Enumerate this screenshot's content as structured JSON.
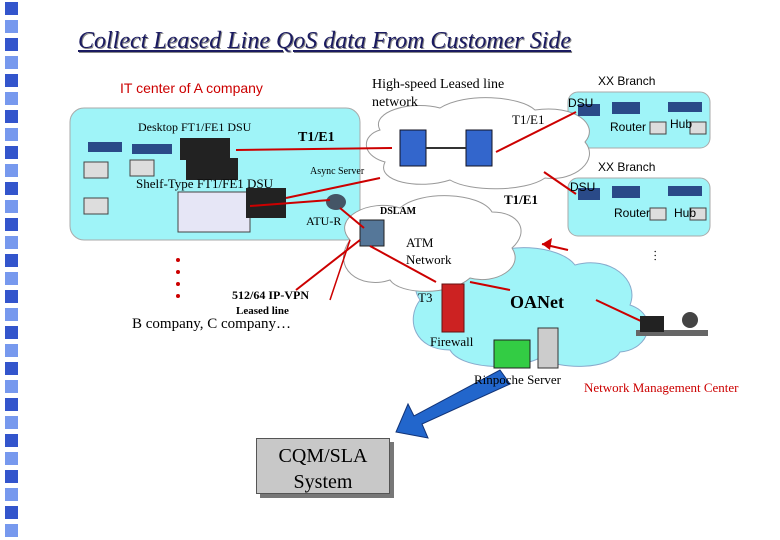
{
  "title": "Collect Leased Line QoS data From Customer Side",
  "labels": {
    "it_center": "IT center of A company",
    "high_speed_network": "High-speed Leased line network",
    "desktop_dsu": "Desktop FT1/FE1 DSU",
    "t1e1_left": "T1/E1",
    "t1e1_top": "T1/E1",
    "t1e1_mid": "T1/E1",
    "async_server": "Async   Server",
    "shelf_dsu": "Shelf-Type FT1/FE1 DSU",
    "atu_r": "ATU-R",
    "dslam": "DSLAM",
    "atm_network": "ATM Network",
    "ip_vpn": "512/64 IP-VPN",
    "leased_line": "Leased line",
    "b_c_company": "B company, C company…",
    "t3": "T3",
    "oanet": "OANet",
    "firewall": "Firewall",
    "rinpoche_server": "Rinpoche Server",
    "nmc": "Network Management Center",
    "branch_1": "XX  Branch",
    "branch_2": "XX  Branch",
    "dsu_1": "DSU",
    "dsu_2": "DSU",
    "router_1": "Router",
    "router_2": "Router",
    "hub_1": "Hub",
    "hub_2": "Hub",
    "ellipsis_branch": "…",
    "cqm_sla": "CQM/SLA System"
  },
  "colors": {
    "bullet": "#3355cc",
    "it_box": "#9ff4f8",
    "branch_box": "#9ff4f8",
    "cloud": "#ffffff",
    "oanet_cloud": "#9ff4f8",
    "link_red": "#cc0000",
    "arrow_blue": "#2266cc",
    "title": "#1a1a60"
  }
}
